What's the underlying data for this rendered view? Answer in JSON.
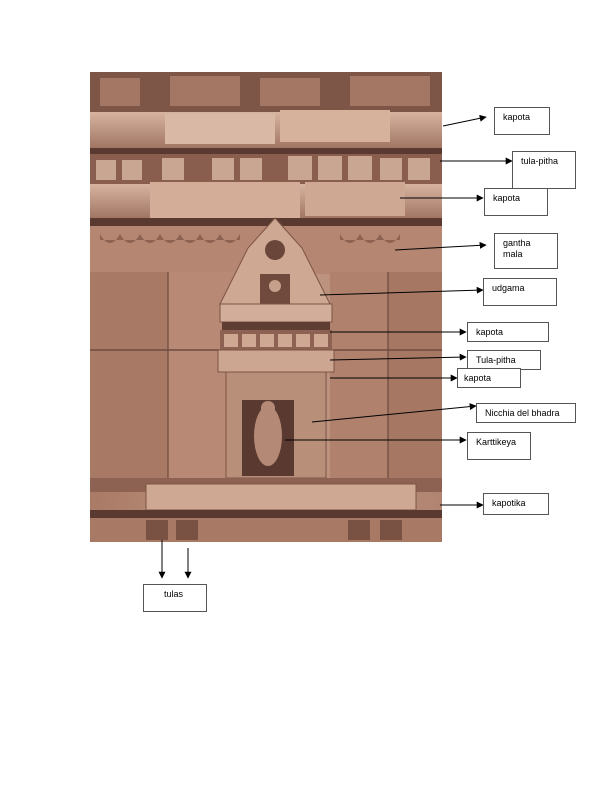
{
  "labels": {
    "kapota_1": "kapota",
    "tula_pitha_1": "tula-pitha",
    "kapota_2": "kapota",
    "gantha_1": "gantha",
    "gantha_2": "mala",
    "udgama": "udgama",
    "kapota_3": "kapota",
    "tula_pitha_2": "Tula-pitha",
    "kapota_4": "kapota",
    "nicchia": "Nicchia del bhadra",
    "karttikeya": "Karttikeya",
    "kapotika": "kapotika",
    "tulas": "tulas"
  },
  "colors": {
    "stone_light": "#c9a08a",
    "stone_mid": "#b07e68",
    "stone_dark": "#7a5446",
    "shadow": "#4a2e26",
    "sky": "#f4f1ee"
  }
}
